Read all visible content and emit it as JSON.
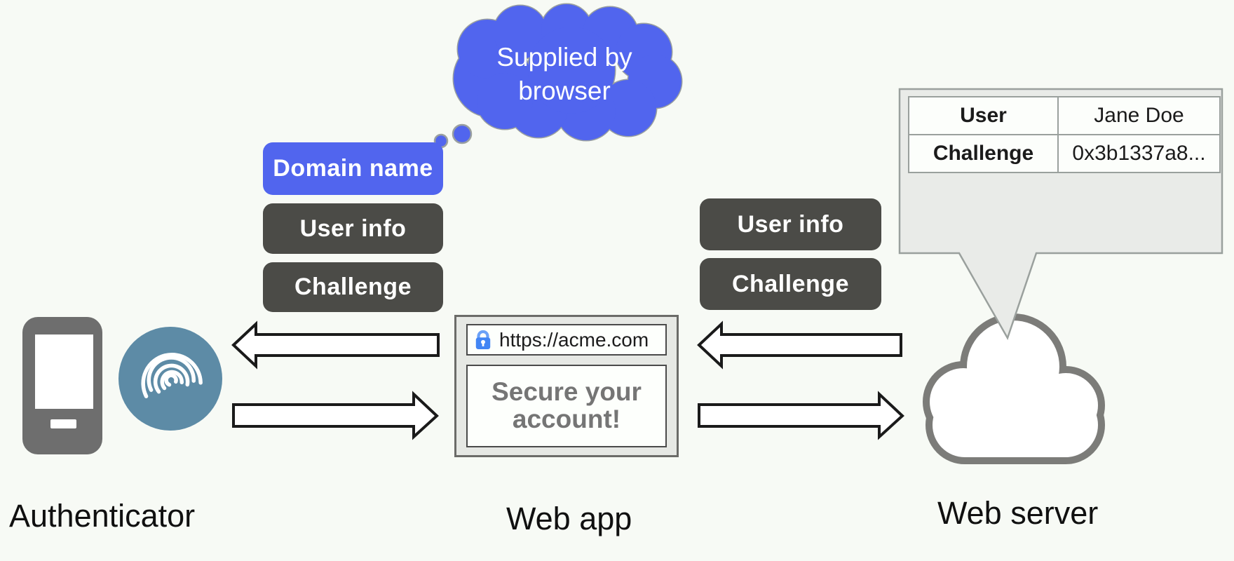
{
  "colors": {
    "background": "#f7faf5",
    "bubble_blue": "#5165ee",
    "chip_dark": "#4b4b47",
    "chip_text": "#ffffff",
    "fingerprint_circle": "#5d8ba6",
    "icon_gray": "#6e6e6e",
    "cloud_gray": "#7c7c79",
    "callout_bg": "#e9ebe8",
    "callout_border": "#9aa09d",
    "lock_blue": "#4285f4",
    "arrow_fill": "#ffffff",
    "arrow_stroke": "#1a1a1a"
  },
  "thought_bubble": {
    "text": "Supplied by browser"
  },
  "chips": {
    "domain_name": "Domain name",
    "user_info_left": "User info",
    "challenge_left": "Challenge",
    "user_info_right": "User info",
    "challenge_right": "Challenge"
  },
  "browser": {
    "url": "https://acme.com",
    "message": "Secure your account!"
  },
  "server_table": {
    "rows": [
      {
        "label": "User",
        "value": "Jane Doe"
      },
      {
        "label": "Challenge",
        "value": "0x3b1337a8..."
      }
    ]
  },
  "labels": {
    "authenticator": "Authenticator",
    "web_app": "Web app",
    "web_server": "Web server"
  }
}
